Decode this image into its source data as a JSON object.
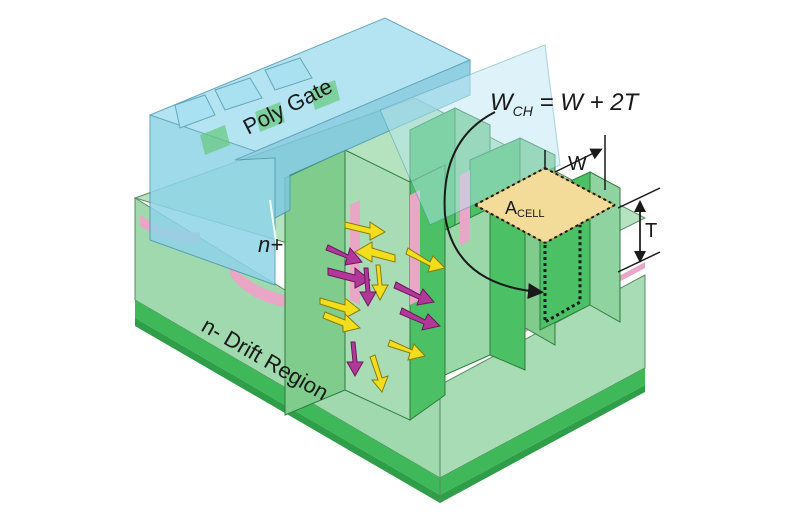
{
  "labels": {
    "poly_gate": "Poly Gate",
    "n_plus": "n+",
    "drift_region": "n- Drift Region",
    "equation": "W",
    "equation_sub": "CH",
    "equation_rest": " = W + 2T",
    "width": "W",
    "thickness": "T",
    "cell_area": "A",
    "cell_area_sub": "CELL"
  },
  "colors": {
    "silicon_light": "#a8dcb4",
    "silicon_mid": "#7fcc8c",
    "silicon_dark": "#3fb85a",
    "fin_green": "#4cc064",
    "gate_blue": "#8fd4e8",
    "oxide_pink": "#e9a6c7",
    "cell_tan": "#f3dc9a",
    "electron_arrow_magenta": "#b2379a",
    "electron_arrow_yellow": "#f2de1c"
  }
}
